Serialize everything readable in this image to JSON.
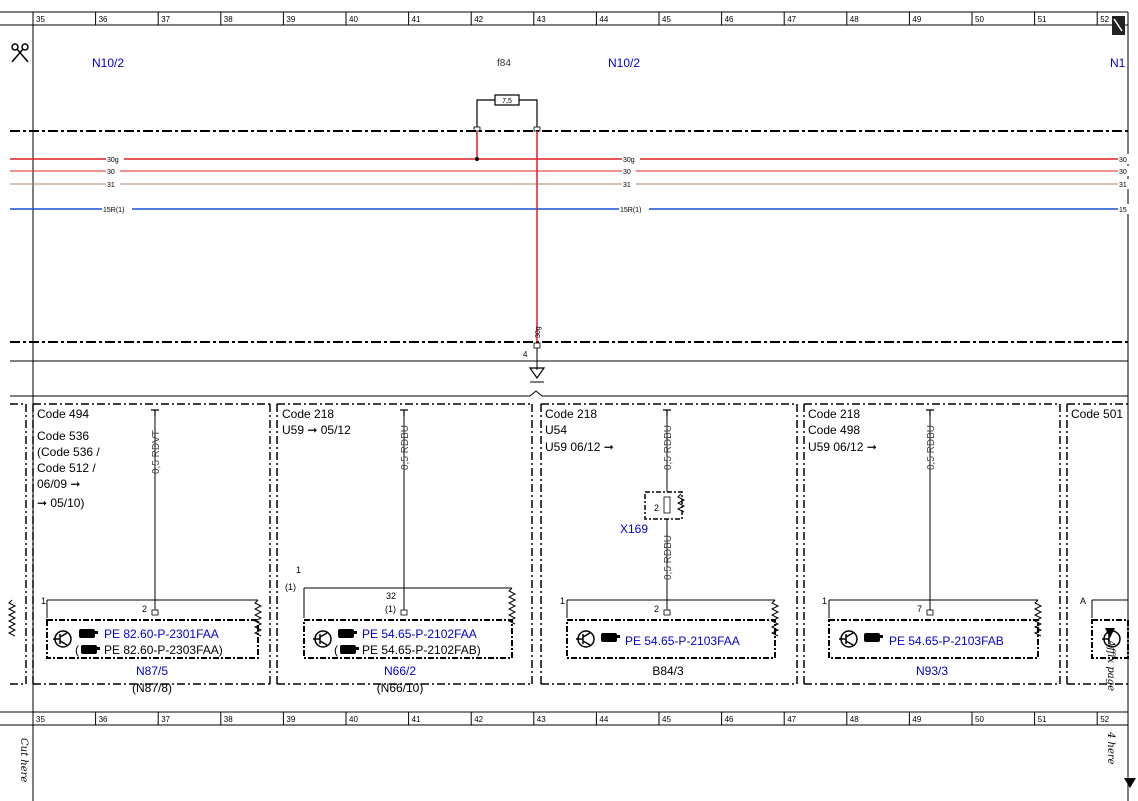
{
  "ruler": {
    "columns": [
      "35",
      "36",
      "37",
      "38",
      "39",
      "40",
      "41",
      "42",
      "43",
      "44",
      "45",
      "46",
      "47",
      "48",
      "49",
      "50",
      "51",
      "52"
    ]
  },
  "header": {
    "left_connector": "N10/2",
    "center_connector": "N10/2",
    "right_connector": "N1",
    "fuse_id": "f84",
    "fuse_rating": "7,5"
  },
  "wires": {
    "w30g": "30g",
    "w30": "30",
    "w31": "31",
    "w15r": "15R(1)",
    "w30g_r": "30g",
    "w30_r": "30",
    "w31_r": "31",
    "w15r_r": "15R(1)",
    "w30g_edge": "30",
    "w30_edge": "30",
    "w31_edge": "31",
    "w15r_edge": "15",
    "drop": "30g",
    "pin": "4"
  },
  "colors": {
    "wire_30g": "#e02020",
    "wire_30": "#e02020",
    "wire_31": "#b08060",
    "wire_15r": "#1a4fd8",
    "label_blue": "#0000cc"
  },
  "modules": [
    {
      "code_lines": [
        "Code 494",
        "Code 536",
        "(Code 536 /",
        "Code 512 /",
        "06/09  ➞",
        "➞ 05/10)"
      ],
      "wire": "0,5 RDVT",
      "pin_left": "1",
      "pin": "2",
      "ref1": "PE 82.60-P-2301FAA",
      "ref2": "PE 82.60-P-2303FAA)",
      "name": "N87/5",
      "alt_name": "(N87/8)"
    },
    {
      "code_lines": [
        "Code 218",
        "U59  ➞ 05/12"
      ],
      "wire": "0,5 RDBU",
      "pin_left": "1",
      "pin_left2": "(1)",
      "pin": "32",
      "pin2": "(1)",
      "ref1": "PE 54.65-P-2102FAA",
      "ref2": "PE 54.65-P-2102FAB)",
      "name": "N66/2",
      "alt_name": "(N66/10)"
    },
    {
      "code_lines": [
        "Code 218",
        "U54",
        "U59   06/12 ➞"
      ],
      "wire": "0,5 RDBU",
      "wire2": "0,5 RDBU",
      "connector": "X169",
      "connector_pin": "2",
      "pin_left": "1",
      "pin": "2",
      "ref1": "PE 54.65-P-2103FAA",
      "name": "B84/3"
    },
    {
      "code_lines": [
        "Code 218",
        "Code 498",
        "U59   06/12 ➞"
      ],
      "wire": "0,5 RDBU",
      "pin_left": "1",
      "pin": "7",
      "ref1": "PE 54.65-P-2103FAB",
      "name": "N93/3"
    },
    {
      "code_lines": [
        "Code 501"
      ],
      "pin_left": "A"
    }
  ],
  "side": {
    "cut_here": "Cut here",
    "affix_page": "Affix page",
    "four_here": "4 here"
  }
}
